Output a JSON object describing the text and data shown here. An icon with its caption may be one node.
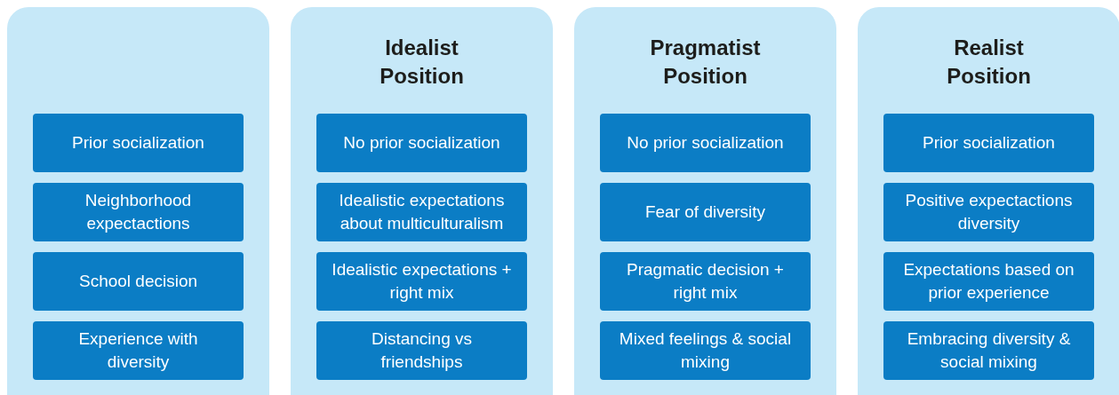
{
  "diagram": {
    "nodes": [
      {
        "text": [],
        "shape": "box"
      },
      {
        "text": [
          "Prior socialization"
        ],
        "in": 0
      },
      {
        "text": [
          "Neighborhood expectactions"
        ],
        "in": 0
      },
      {
        "text": [
          "School decision"
        ],
        "in": 0
      },
      {
        "text": [
          "Experience with diversity"
        ],
        "in": 0
      },
      {
        "text": [
          "Idealist Position"
        ]
      },
      {
        "text": [
          "No prior socialization"
        ],
        "in": 5
      },
      {
        "text": [
          "Idealistic expectations about multiculturalism"
        ],
        "in": 5
      },
      {
        "text": [
          "Idealistic expectations + right mix"
        ],
        "in": 5
      },
      {
        "text": [
          "Distancing vs friendships"
        ],
        "in": 5
      },
      {
        "text": [
          "Pragmatist Position"
        ]
      },
      {
        "text": [
          "No prior socialization"
        ],
        "in": 10
      },
      {
        "text": [
          "Fear of diversity"
        ],
        "in": 10
      },
      {
        "text": [
          "Pragmatic decision + right mix"
        ],
        "in": 10
      },
      {
        "text": [
          "Mixed feelings & social mixing"
        ],
        "in": 10
      },
      {
        "text": [
          "Realist Position"
        ]
      },
      {
        "text": [
          "Prior socialization"
        ],
        "in": 15
      },
      {
        "text": [
          "Positive expectactions diversity"
        ],
        "in": 15
      },
      {
        "text": [
          "Expectations based on prior experience"
        ],
        "in": 15
      },
      {
        "text": [
          "Embracing diversity & social mixing"
        ],
        "in": 15
      }
    ]
  }
}
